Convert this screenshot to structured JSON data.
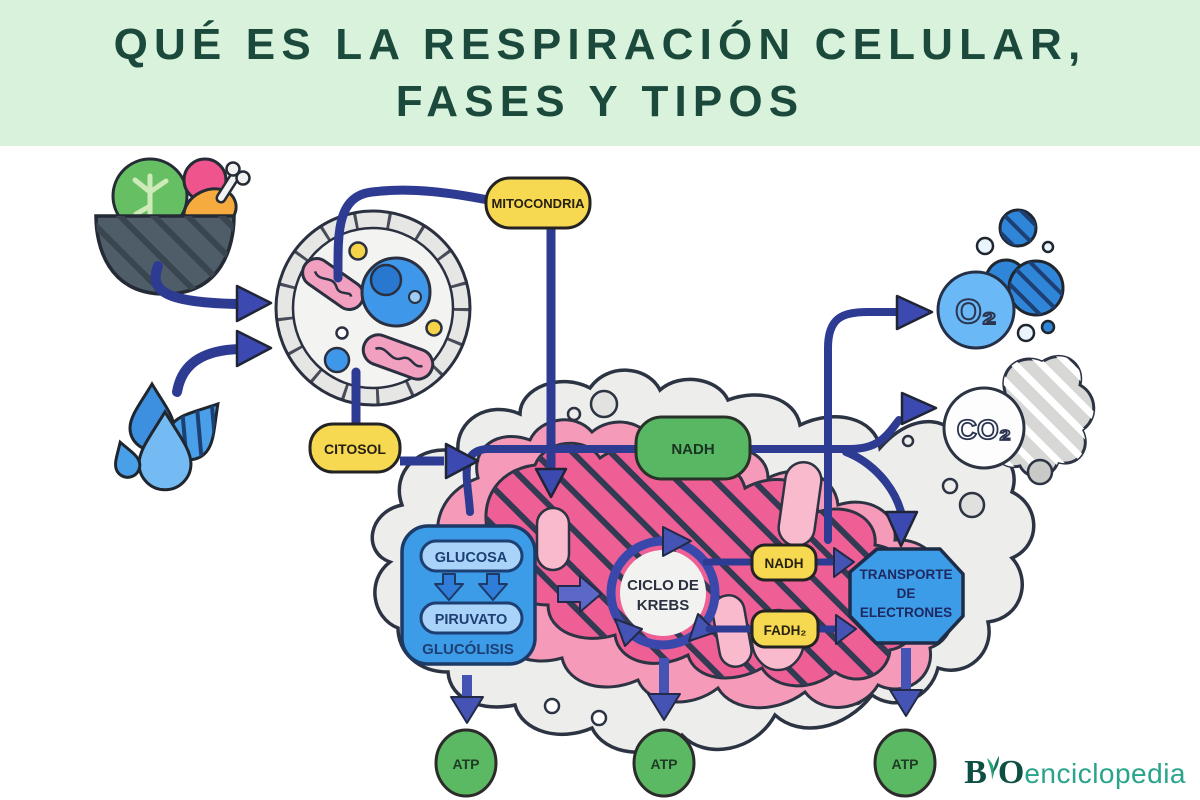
{
  "header": {
    "title_line1": "QUÉ ES LA RESPIRACIÓN CELULAR,",
    "title_line2": "FASES Y TIPOS"
  },
  "diagram": {
    "labels": {
      "mitocondria": "MITOCONDRIA",
      "citosol": "CITOSOL",
      "nadh_membrane": "NADH",
      "glucosa": "GLUCOSA",
      "piruvato": "PIRUVATO",
      "glucolisis": "GLUCÓLISIS",
      "krebs_line1": "CICLO DE",
      "krebs_line2": "KREBS",
      "nadh_matrix": "NADH",
      "fadh2": "FADH₂",
      "transporte_line1": "TRANSPORTE",
      "transporte_line2": "DE",
      "transporte_line3": "ELECTRONES",
      "atp": "ATP",
      "o2": "O₂",
      "co2": "CO₂"
    },
    "icons": {
      "food": "food-bowl-icon",
      "water": "water-drops-icon",
      "cell": "animal-cell-icon",
      "mitochondrion": "mitochondrion-icon",
      "oxygen": "oxygen-bubbles-icon",
      "co2": "co2-cloud-icon"
    }
  },
  "logo": {
    "b": "B",
    "o": "O",
    "text": "enciclopedia"
  },
  "colors": {
    "header_bg": "#d9f2dc",
    "title_text": "#1b4a3c",
    "arrow_navy": "#2e3b92",
    "arrow_head": "#3c49b0",
    "arrow_indigo": "#5b68c8",
    "label_yellow": "#f6d851",
    "label_green": "#57b763",
    "atp_green": "#5cb963",
    "box_blue": "#3d9ce8",
    "pill_light_blue": "#a9d3f9",
    "membrane_pink": "#f59ab9",
    "matrix_pink": "#ee6095",
    "crista_pink": "#f9bacd",
    "organelle_gray": "#ededec",
    "outline_dark": "#2c3342",
    "o2_blue": "#6ab8f5",
    "bubble_blue": "#2f86d8",
    "logo_dark_green": "#0d4f43",
    "logo_teal": "#2aa38b"
  }
}
